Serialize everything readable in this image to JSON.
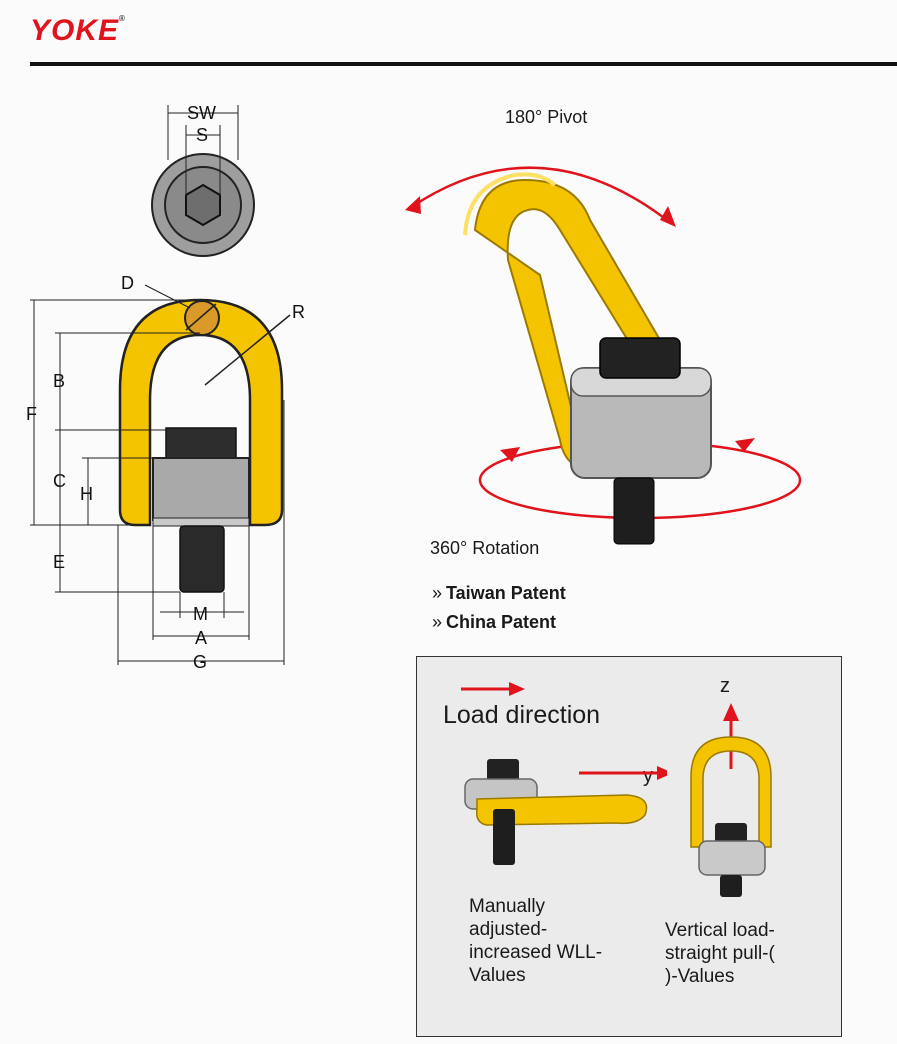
{
  "header": {
    "logo_text": "YOKE",
    "logo_mark": "®"
  },
  "drawing": {
    "labels": {
      "sw": "SW",
      "s": "S",
      "d": "D",
      "r": "R",
      "b": "B",
      "f": "F",
      "c": "C",
      "h": "H",
      "e": "E",
      "m": "M",
      "a": "A",
      "g": "G"
    }
  },
  "product": {
    "pivot_label": "180° Pivot",
    "rotation_label": "360° Rotation"
  },
  "patents": [
    "Taiwan Patent",
    "China Patent"
  ],
  "patent_marker": "»",
  "load_box": {
    "title": "Load direction",
    "z_axis": "z",
    "y_axis": "y",
    "caption_manual": "Manually\nadjusted-\nincreased WLL-\nValues",
    "caption_vertical": "Vertical load-\nstraight pull-(\n)-Values"
  },
  "colors": {
    "brand_red": "#e0141c",
    "shackle_yellow": "#f5c400",
    "arrow_red": "#e0141c",
    "box_bg": "#ebebeb"
  }
}
